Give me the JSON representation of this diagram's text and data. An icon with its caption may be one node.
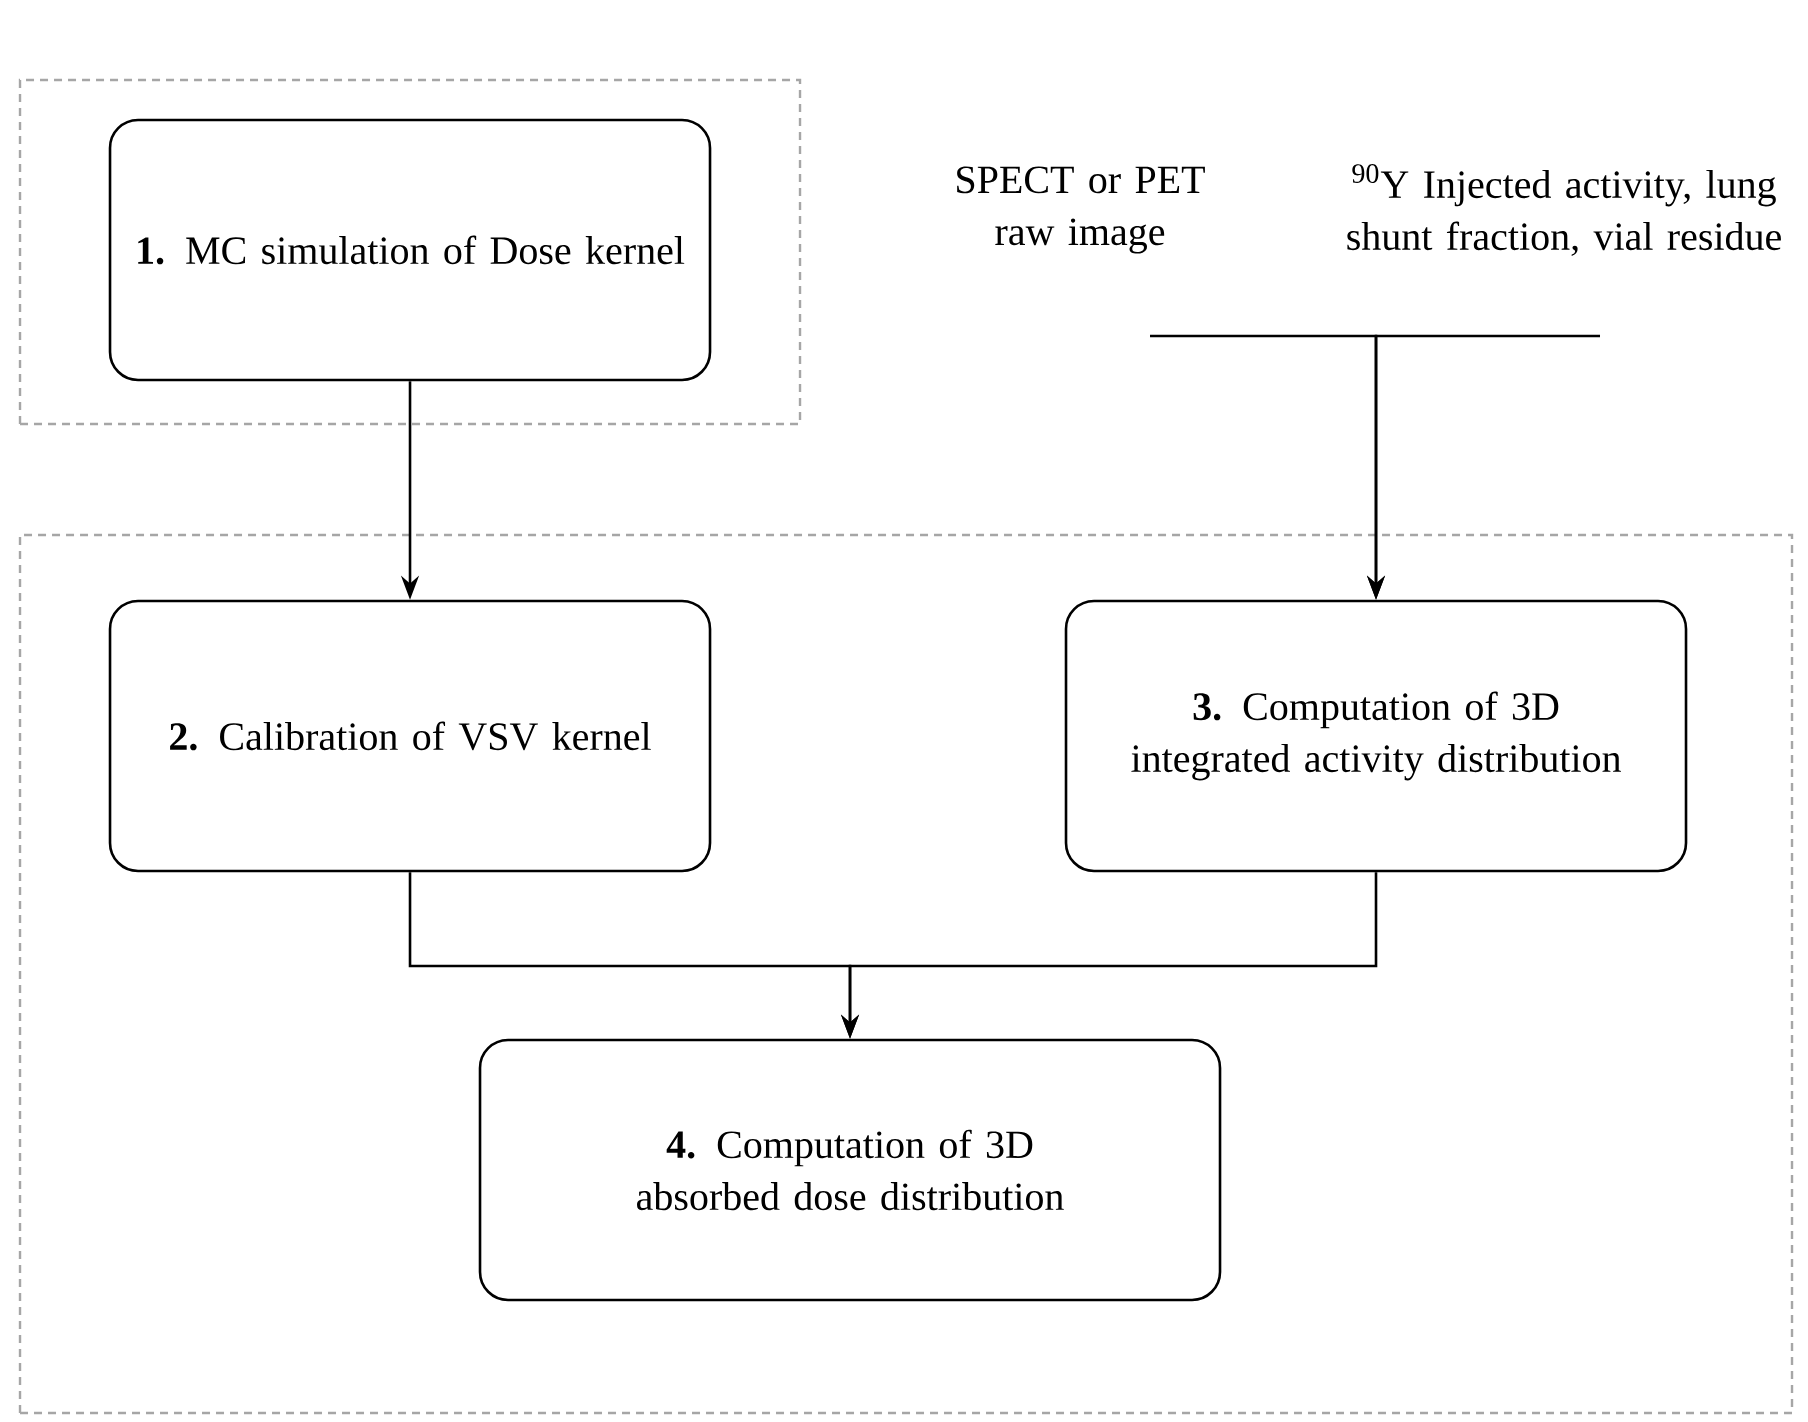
{
  "diagram": {
    "nodes": [
      {
        "text": [],
        "shape": "box"
      },
      {
        "text": [
          "**1.** MC simulation of Dose kernel"
        ],
        "in": 0
      },
      {
        "text": [],
        "shape": "box"
      },
      {
        "text": [
          "**2.** Calibration of VSV kernel"
        ],
        "in": 2
      },
      {
        "text": [
          "**3.** Computation of 3D integrated activity distribution"
        ],
        "in": 2
      },
      {
        "text": [
          "**4.** Computation of 3D absorbed dose distribution"
        ],
        "in": 2
      },
      {
        "text": [
          "SPECT or PET raw image"
        ]
      },
      {
        "text": [
          "$^{90}$Y Injected activity, lung shunt fraction, vial residue"
        ]
      }
    ],
    "edges": [
      {
        "from": 1,
        "to": 3,
        "arrow": "to"
      },
      {
        "from": 6,
        "to": 4,
        "arrow": "to"
      },
      {
        "from": 7,
        "to": 4,
        "arrow": "to"
      },
      {
        "from": 3,
        "to": 5,
        "arrow": "to"
      },
      {
        "from": 4,
        "to": 5,
        "arrow": "to"
      }
    ]
  }
}
